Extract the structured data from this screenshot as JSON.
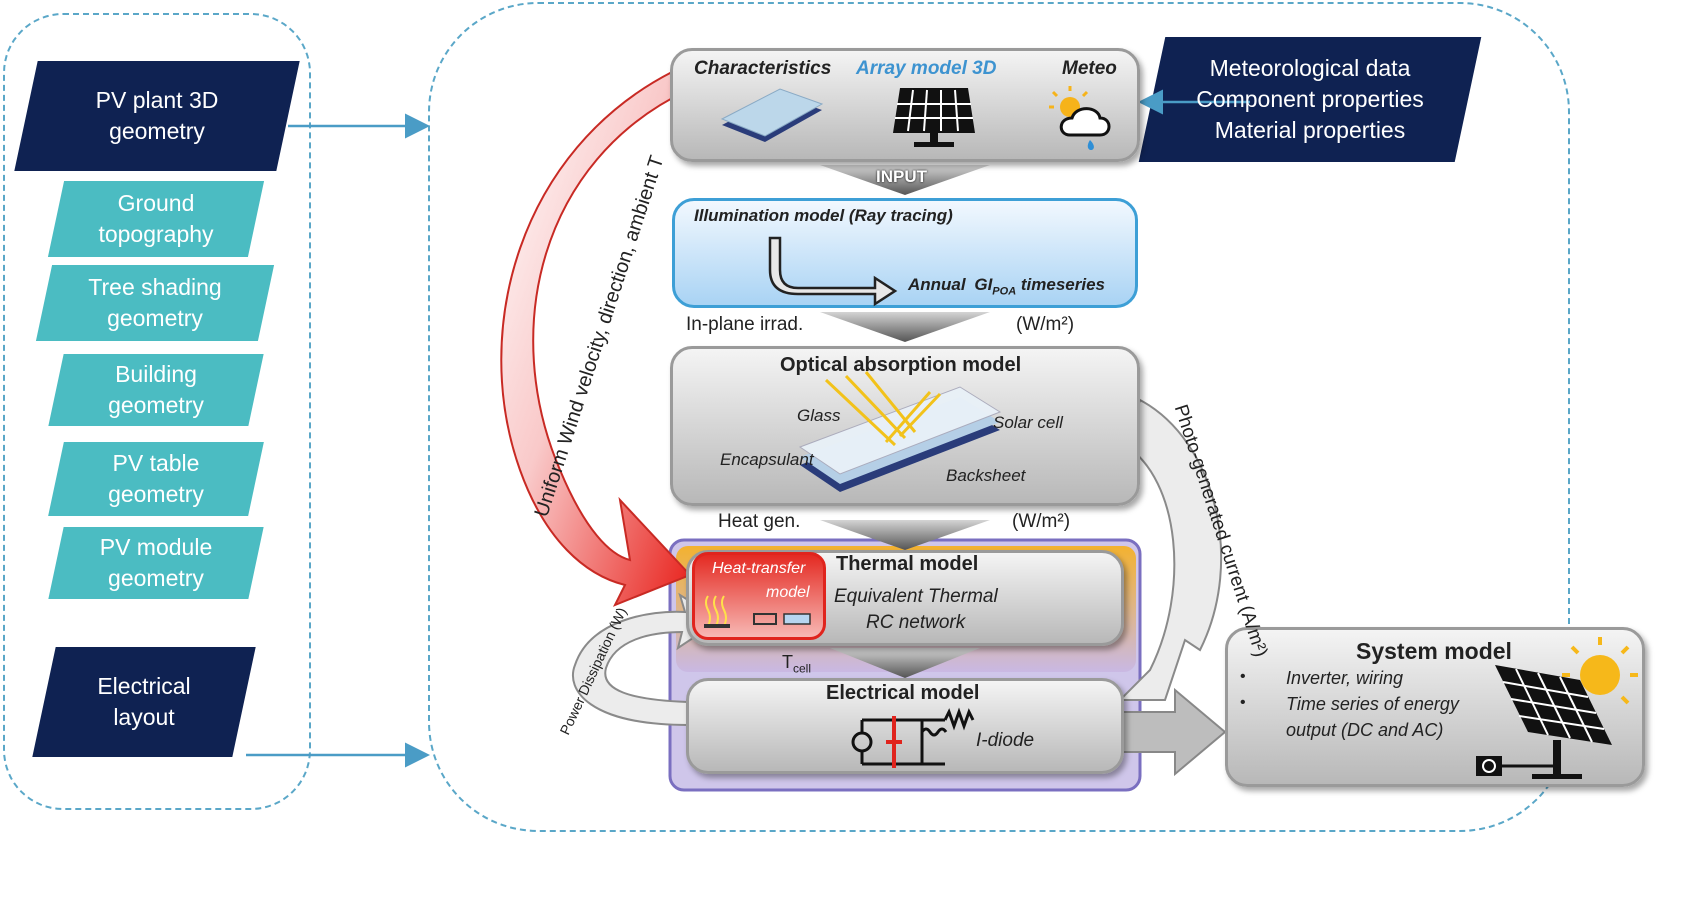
{
  "left_panel": {
    "pv_plant": [
      "PV plant 3D",
      "geometry"
    ],
    "ground": [
      "Ground",
      "topography"
    ],
    "tree": [
      "Tree shading",
      "geometry"
    ],
    "building": [
      "Building",
      "geometry"
    ],
    "pv_table": [
      "PV table",
      "geometry"
    ],
    "pv_module": [
      "PV module",
      "geometry"
    ],
    "electrical": [
      "Electrical",
      "layout"
    ]
  },
  "inputs_box": [
    "Meteorological data",
    "Component properties",
    "Material properties"
  ],
  "top_box": {
    "characteristics": "Characteristics",
    "array_model": "Array model 3D",
    "meteo": "Meteo",
    "input_label": "INPUT"
  },
  "illumination": {
    "title": "Illumination model (Ray tracing)",
    "annual": "Annual",
    "gi": "GI",
    "poa": "POA",
    "timeseries": "timeseries"
  },
  "flow1": {
    "left": "In-plane irrad.",
    "right": "(W/m²)"
  },
  "optical": {
    "title": "Optical absorption model",
    "glass": "Glass",
    "solar_cell": "Solar cell",
    "encapsulant": "Encapsulant",
    "backsheet": "Backsheet"
  },
  "flow2": {
    "left": "Heat gen.",
    "right": "(W/m²)"
  },
  "thermal": {
    "title": "Thermal model",
    "heat_transfer": "Heat-transfer",
    "model": "model",
    "eq1": "Equivalent Thermal",
    "eq2": "RC network"
  },
  "tcell": {
    "t": "T",
    "sub": "cell"
  },
  "electrical_model": {
    "title": "Electrical model",
    "diode": "I-diode"
  },
  "system": {
    "title": "System model",
    "bullet1": "Inverter, wiring",
    "bullet2a": "Time series of energy",
    "bullet2b": "output (DC and AC)"
  },
  "arc_labels": {
    "wind": "Uniform Wind velocity, direction, ambient T",
    "photo": "Photo-generated current (A/m²)",
    "power": "Power Dissipation (W)"
  },
  "colors": {
    "navy": "#0f2252",
    "teal": "#4bbcc2",
    "frame": "#5aa7c8",
    "accent_blue": "#3d93d0",
    "red": "#e8241f"
  }
}
